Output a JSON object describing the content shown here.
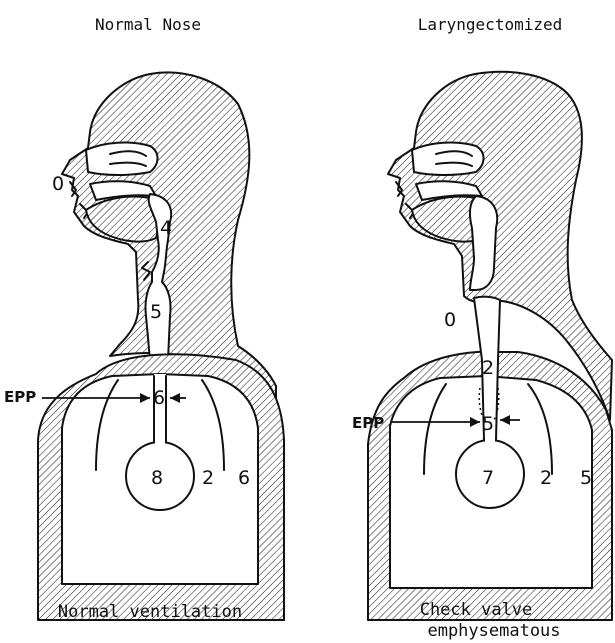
{
  "left_panel": {
    "title": "Normal Nose",
    "caption": "Normal ventilation",
    "labels": {
      "mouth": "0",
      "pharynx": "4",
      "larynx": "5",
      "trachea": "6",
      "alveoli": "8",
      "lung": "2",
      "chest_wall": "6"
    },
    "epp": "EPP"
  },
  "right_panel": {
    "title": "Laryngectomized",
    "caption_line1": "Check valve",
    "caption_line2": "emphysematous",
    "labels": {
      "stoma": "0",
      "trachea_upper": "2",
      "trachea": "5",
      "alveoli": "7",
      "lung": "2",
      "chest_wall": "5"
    },
    "epp": "EPP"
  }
}
